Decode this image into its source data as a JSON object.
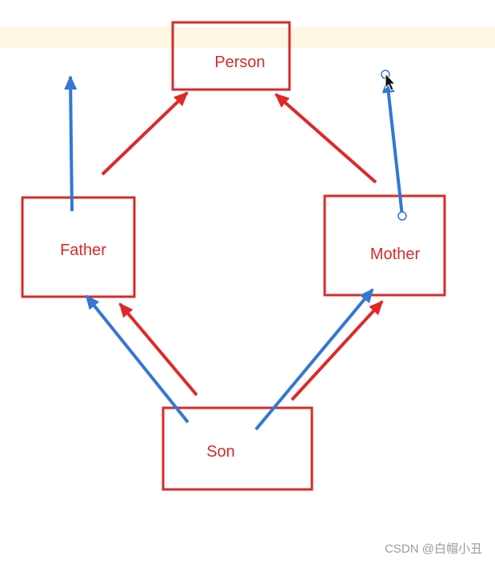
{
  "nodes": {
    "person": "Person",
    "father": "Father",
    "mother": "Mother",
    "son": "Son"
  },
  "watermark": "CSDN @白帽小丑",
  "colors": {
    "box": "#d92a2a",
    "red_arrow": "#e02828",
    "blue_arrow": "#3477d4",
    "band": "#fdf7e4"
  },
  "icons": [
    "mouse-cursor-icon"
  ]
}
